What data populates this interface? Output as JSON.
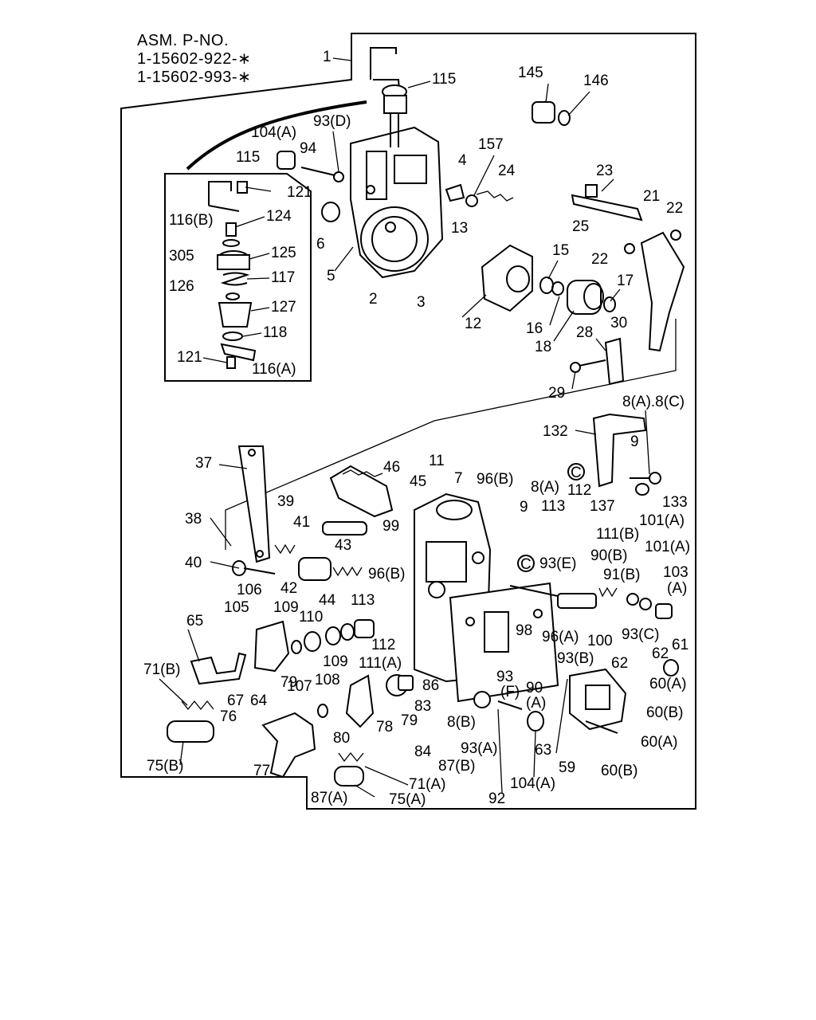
{
  "header": {
    "lines": [
      "ASM. P-NO.",
      "1-15602-922-∗",
      "1-15602-993-∗"
    ]
  },
  "labels": {
    "l1": "1",
    "l115a": "115",
    "l145": "145",
    "l146": "146",
    "l104a_top": "104(A)",
    "l93d": "93(D)",
    "l94": "94",
    "l157": "157",
    "l4": "4",
    "l24": "24",
    "l23": "23",
    "l115b": "115",
    "l121a": "121",
    "l116b": "116(B)",
    "l124": "124",
    "l305": "305",
    "l125": "125",
    "l126": "126",
    "l117": "117",
    "l127": "127",
    "l118": "118",
    "l121b": "121",
    "l116a": "116(A)",
    "l6": "6",
    "l5": "5",
    "l2": "2",
    "l3": "3",
    "l13": "13",
    "l15": "15",
    "l12": "12",
    "l16": "16",
    "l18": "18",
    "l17": "17",
    "l21": "21",
    "l22a": "22",
    "l25": "25",
    "l22b": "22",
    "l28": "28",
    "l30": "30",
    "l29": "29",
    "l8ac": "8(A).8(C)",
    "l132": "132",
    "l9a": "9",
    "lC1": "C",
    "l133": "133",
    "l137": "137",
    "l37": "37",
    "l46": "46",
    "l11": "11",
    "l7": "7",
    "l96b1": "96(B)",
    "l8a": "8(A)",
    "l112a": "112",
    "l45": "45",
    "l9b": "9",
    "l113a": "113",
    "l111b": "111(B)",
    "l101a1": "101(A)",
    "l38": "38",
    "l39": "39",
    "l41": "41",
    "l99": "99",
    "l90b": "90(B)",
    "l101a2": "101(A)",
    "l43": "43",
    "l96b2": "96(B)",
    "lC2": "C",
    "l93e": "93(E)",
    "l40": "40",
    "l91b": "91(B)",
    "l103": "103",
    "l103a": "(A)",
    "l106": "106",
    "l42": "42",
    "l44": "44",
    "l113b": "113",
    "l105": "105",
    "l109a": "109",
    "l110": "110",
    "l98": "98",
    "l96a": "96(A)",
    "l93c": "93(C)",
    "l100": "100",
    "l65": "65",
    "l112b": "112",
    "l61": "61",
    "l109b": "109",
    "l111a": "111(A)",
    "l93b": "93(B)",
    "l62a": "62",
    "l62b": "62",
    "l71b": "71(B)",
    "l107": "107",
    "l108": "108",
    "l79a": "79",
    "l93f": "93",
    "l93fF": "(F)",
    "l86": "86",
    "l90": "90",
    "l90A": "(A)",
    "l60a1": "60(A)",
    "l67": "67",
    "l64": "64",
    "l83": "83",
    "l60b1": "60(B)",
    "l76": "76",
    "l78": "78",
    "l79b": "79",
    "l8b": "8(B)",
    "l80": "80",
    "l63": "63",
    "l60a2": "60(A)",
    "l84": "84",
    "l93a": "93(A)",
    "l75b": "75(B)",
    "l77": "77",
    "l87b": "87(B)",
    "l59": "59",
    "l60b2": "60(B)",
    "l71a": "71(A)",
    "l104a_bot": "104(A)",
    "l87a": "87(A)",
    "l75a": "75(A)",
    "l92": "92"
  }
}
